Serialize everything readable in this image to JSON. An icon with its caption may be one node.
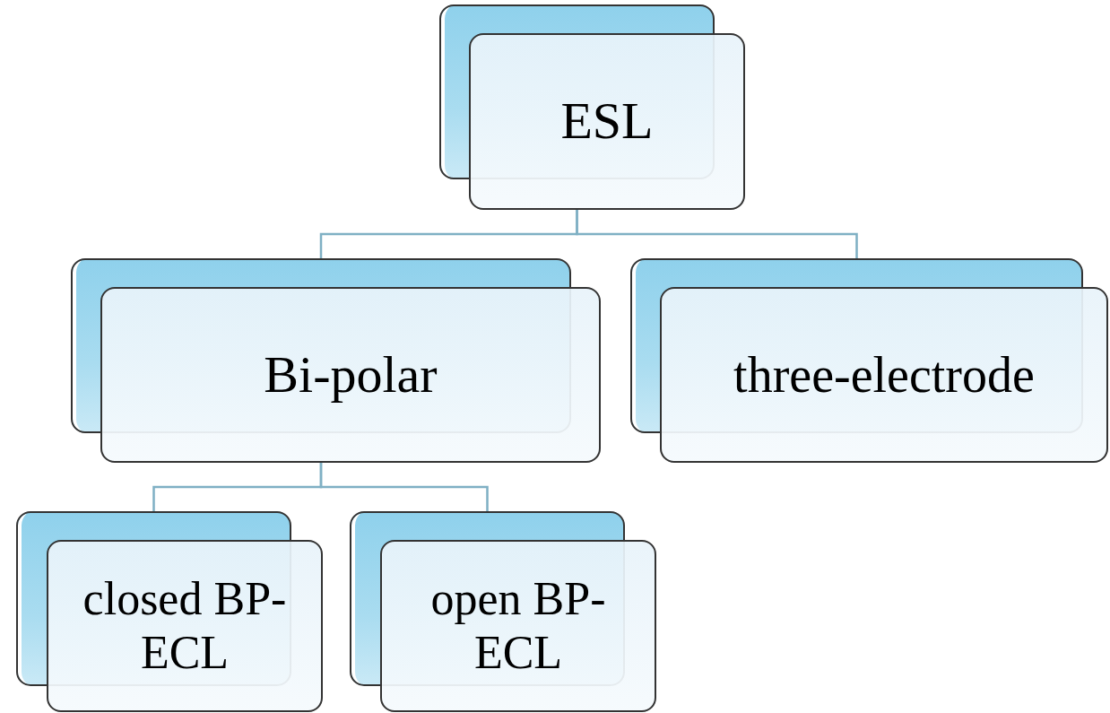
{
  "diagram": {
    "nodes": [
      {
        "text": [
          "ESL"
        ]
      },
      {
        "text": [
          "Bi-polar"
        ]
      },
      {
        "text": [
          "three-electrode"
        ]
      },
      {
        "text": [
          "closed BP-ECL"
        ]
      },
      {
        "text": [
          "open BP-ECL"
        ]
      }
    ],
    "edges": [
      {
        "from": 0,
        "to": 1,
        "arrow": "none"
      },
      {
        "from": 0,
        "to": 2,
        "arrow": "none"
      },
      {
        "from": 1,
        "to": 3,
        "arrow": "none"
      },
      {
        "from": 1,
        "to": 4,
        "arrow": "none"
      }
    ]
  }
}
